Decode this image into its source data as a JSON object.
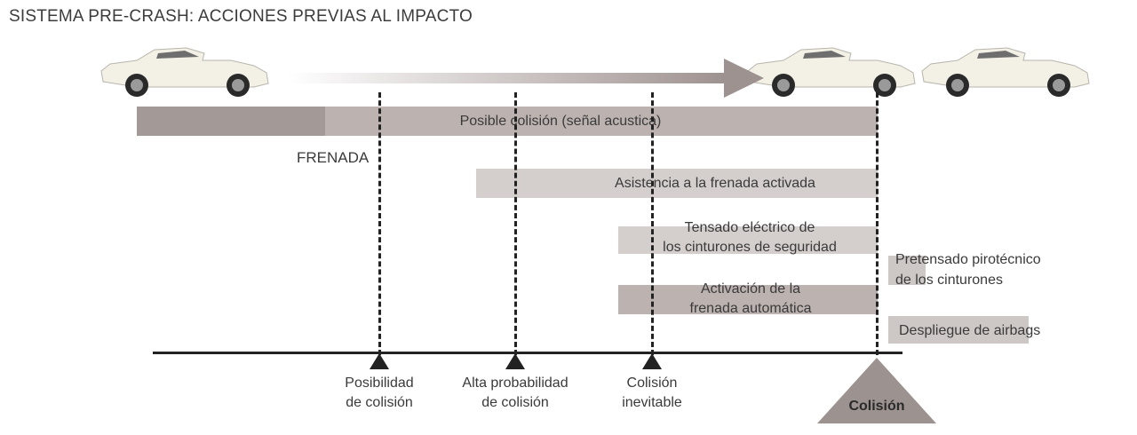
{
  "title": "SISTEMA PRE-CRASH: ACCIONES PREVIAS AL IMPACTO",
  "frenada_label": "FRENADA",
  "bars": {
    "posible_colision": "Posible colisión (señal acustica)",
    "asistencia": "Asistencia a la frenada activada",
    "tensado": [
      "Tensado eléctrico de",
      "los cinturones de seguridad"
    ],
    "activacion": [
      "Activación de la",
      "frenada automática"
    ]
  },
  "side_labels": {
    "pretensado": [
      "Pretensado pirotécnico",
      "de los cinturones"
    ],
    "airbags": "Despliegue de airbags"
  },
  "timeline": {
    "markers": [
      {
        "lines": [
          "Posibilidad",
          "de colisión"
        ]
      },
      {
        "lines": [
          "Alta probabilidad",
          "de colisión"
        ]
      },
      {
        "lines": [
          "Colisión",
          "inevitable"
        ]
      }
    ],
    "final": "Colisión"
  },
  "colors": {
    "dark_bar": "#a39a98",
    "mid_bar": "#bcb3b0",
    "light_bar": "#d4cfcd",
    "side_bar": "#cdc7c5",
    "collision_triangle": "#9c928f",
    "axis": "#222222"
  },
  "icons": [
    "car-icon",
    "car-icon",
    "car-icon",
    "arrow-right-icon"
  ]
}
